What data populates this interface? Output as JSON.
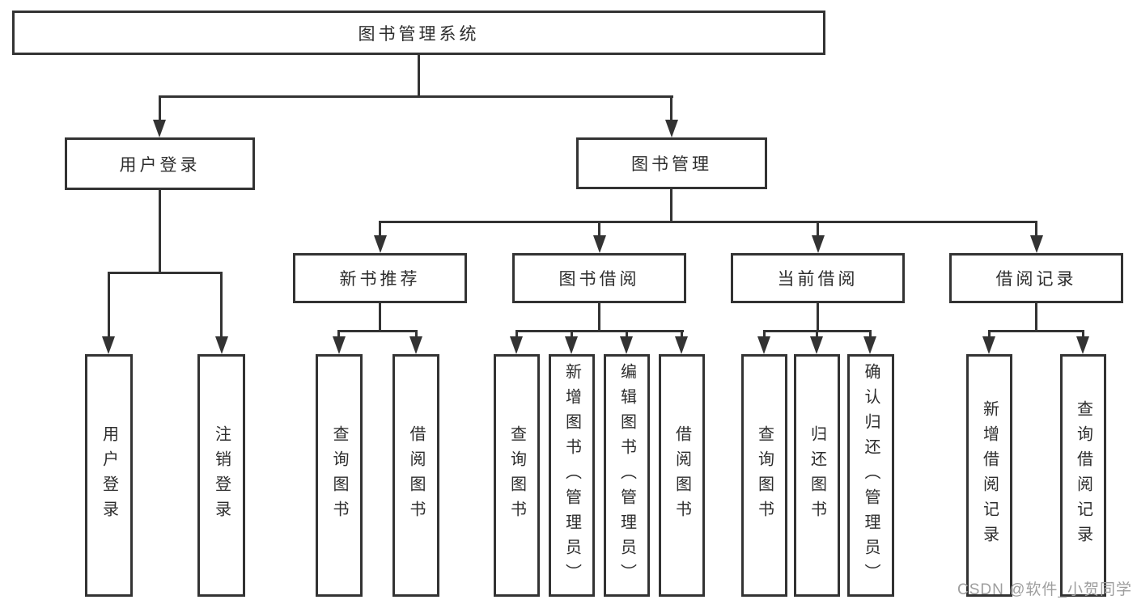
{
  "diagram": {
    "root": {
      "label": "图书管理系统"
    },
    "branches": {
      "user_login": {
        "label": "用户登录",
        "children": [
          {
            "label": "用户登录"
          },
          {
            "label": "注销登录"
          }
        ]
      },
      "book_management": {
        "label": "图书管理",
        "children": [
          {
            "label": "新书推荐",
            "children": [
              {
                "label": "查询图书"
              },
              {
                "label": "借阅图书"
              }
            ]
          },
          {
            "label": "图书借阅",
            "children": [
              {
                "label": "查询图书"
              },
              {
                "label": "新增图书（管理员）"
              },
              {
                "label": "编辑图书（管理员）"
              },
              {
                "label": "借阅图书"
              }
            ]
          },
          {
            "label": "当前借阅",
            "children": [
              {
                "label": "查询图书"
              },
              {
                "label": "归还图书"
              },
              {
                "label": "确认归还（管理员）"
              }
            ]
          },
          {
            "label": "借阅记录",
            "children": [
              {
                "label": "新增借阅记录"
              },
              {
                "label": "查询借阅记录"
              }
            ]
          }
        ]
      }
    }
  },
  "watermark": {
    "text": "CSDN @软件_小贺同学"
  },
  "colors": {
    "line": "#333333",
    "text": "#2d2d2d",
    "background": "#ffffff",
    "watermark": "#9e9e9e"
  }
}
